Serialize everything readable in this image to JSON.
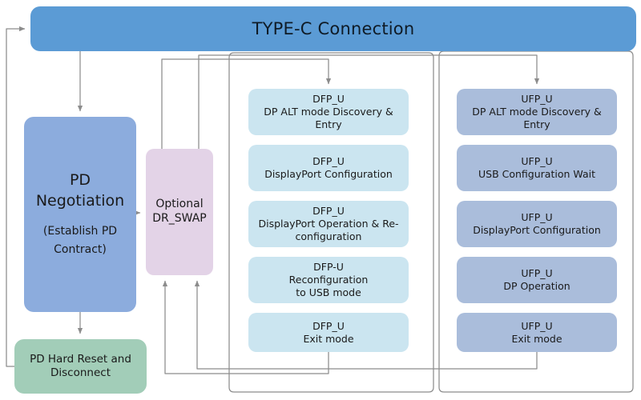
{
  "diagram": {
    "title": "TYPE-C Connection",
    "header": {
      "label": "TYPE-C Connection",
      "color": "#5b9bd5"
    },
    "left_column": {
      "pd_negotiation": {
        "title": "PD",
        "title2": "Negotiation",
        "subtitle": "(Establish PD",
        "subtitle2": "Contract)",
        "color": "#8cacdd"
      },
      "pd_hard_reset": {
        "line1": "PD Hard Reset and",
        "line2": "Disconnect",
        "color": "#a2cdb8"
      }
    },
    "swap": {
      "line1": "Optional",
      "line2": "DR_SWAP",
      "color": "#e3d3e7"
    },
    "dfp_column": {
      "color": "#cbe5f0",
      "states": [
        {
          "role": "DFP_U",
          "line1": "DP ALT mode Discovery &",
          "line2": "Entry"
        },
        {
          "role": "DFP_U",
          "line1": "DisplayPort Configuration",
          "line2": ""
        },
        {
          "role": "DFP_U",
          "line1": "DisplayPort Operation & Re-",
          "line2": "configuration"
        },
        {
          "role": "DFP-U",
          "line1": "Reconfiguration",
          "line2": "to USB mode"
        },
        {
          "role": "DFP_U",
          "line1": "Exit mode",
          "line2": ""
        }
      ]
    },
    "ufp_column": {
      "color": "#aabddb",
      "states": [
        {
          "role": "UFP_U",
          "line1": "DP ALT mode Discovery &",
          "line2": "Entry"
        },
        {
          "role": "UFP_U",
          "line1": "USB Configuration Wait",
          "line2": ""
        },
        {
          "role": "UFP_U",
          "line1": "DisplayPort Configuration",
          "line2": ""
        },
        {
          "role": "UFP_U",
          "line1": "DP Operation",
          "line2": ""
        },
        {
          "role": "UFP_U",
          "line1": "Exit mode",
          "line2": ""
        }
      ]
    },
    "connector_color": "#8c8c8c"
  }
}
